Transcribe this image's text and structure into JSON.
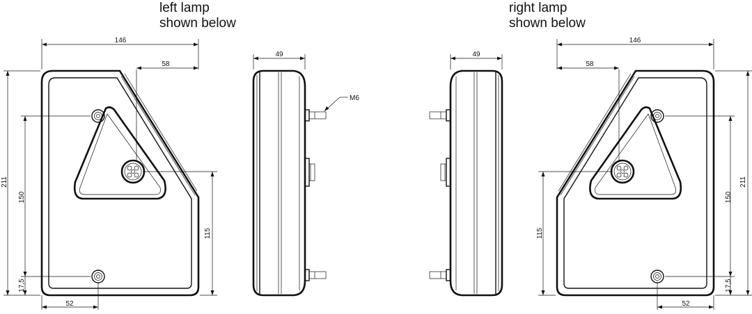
{
  "captions": {
    "left_line1": "left lamp",
    "left_line2": "shown below",
    "right_line1": "right lamp",
    "right_line2": "shown below"
  },
  "dimensions": {
    "width": "146",
    "depth": "49",
    "offset_58": "58",
    "height": "211",
    "bolt_spacing": "150",
    "triangle_height": "115",
    "bolt_bottom": "17,5",
    "bolt_side": "52",
    "thread": "M6"
  }
}
